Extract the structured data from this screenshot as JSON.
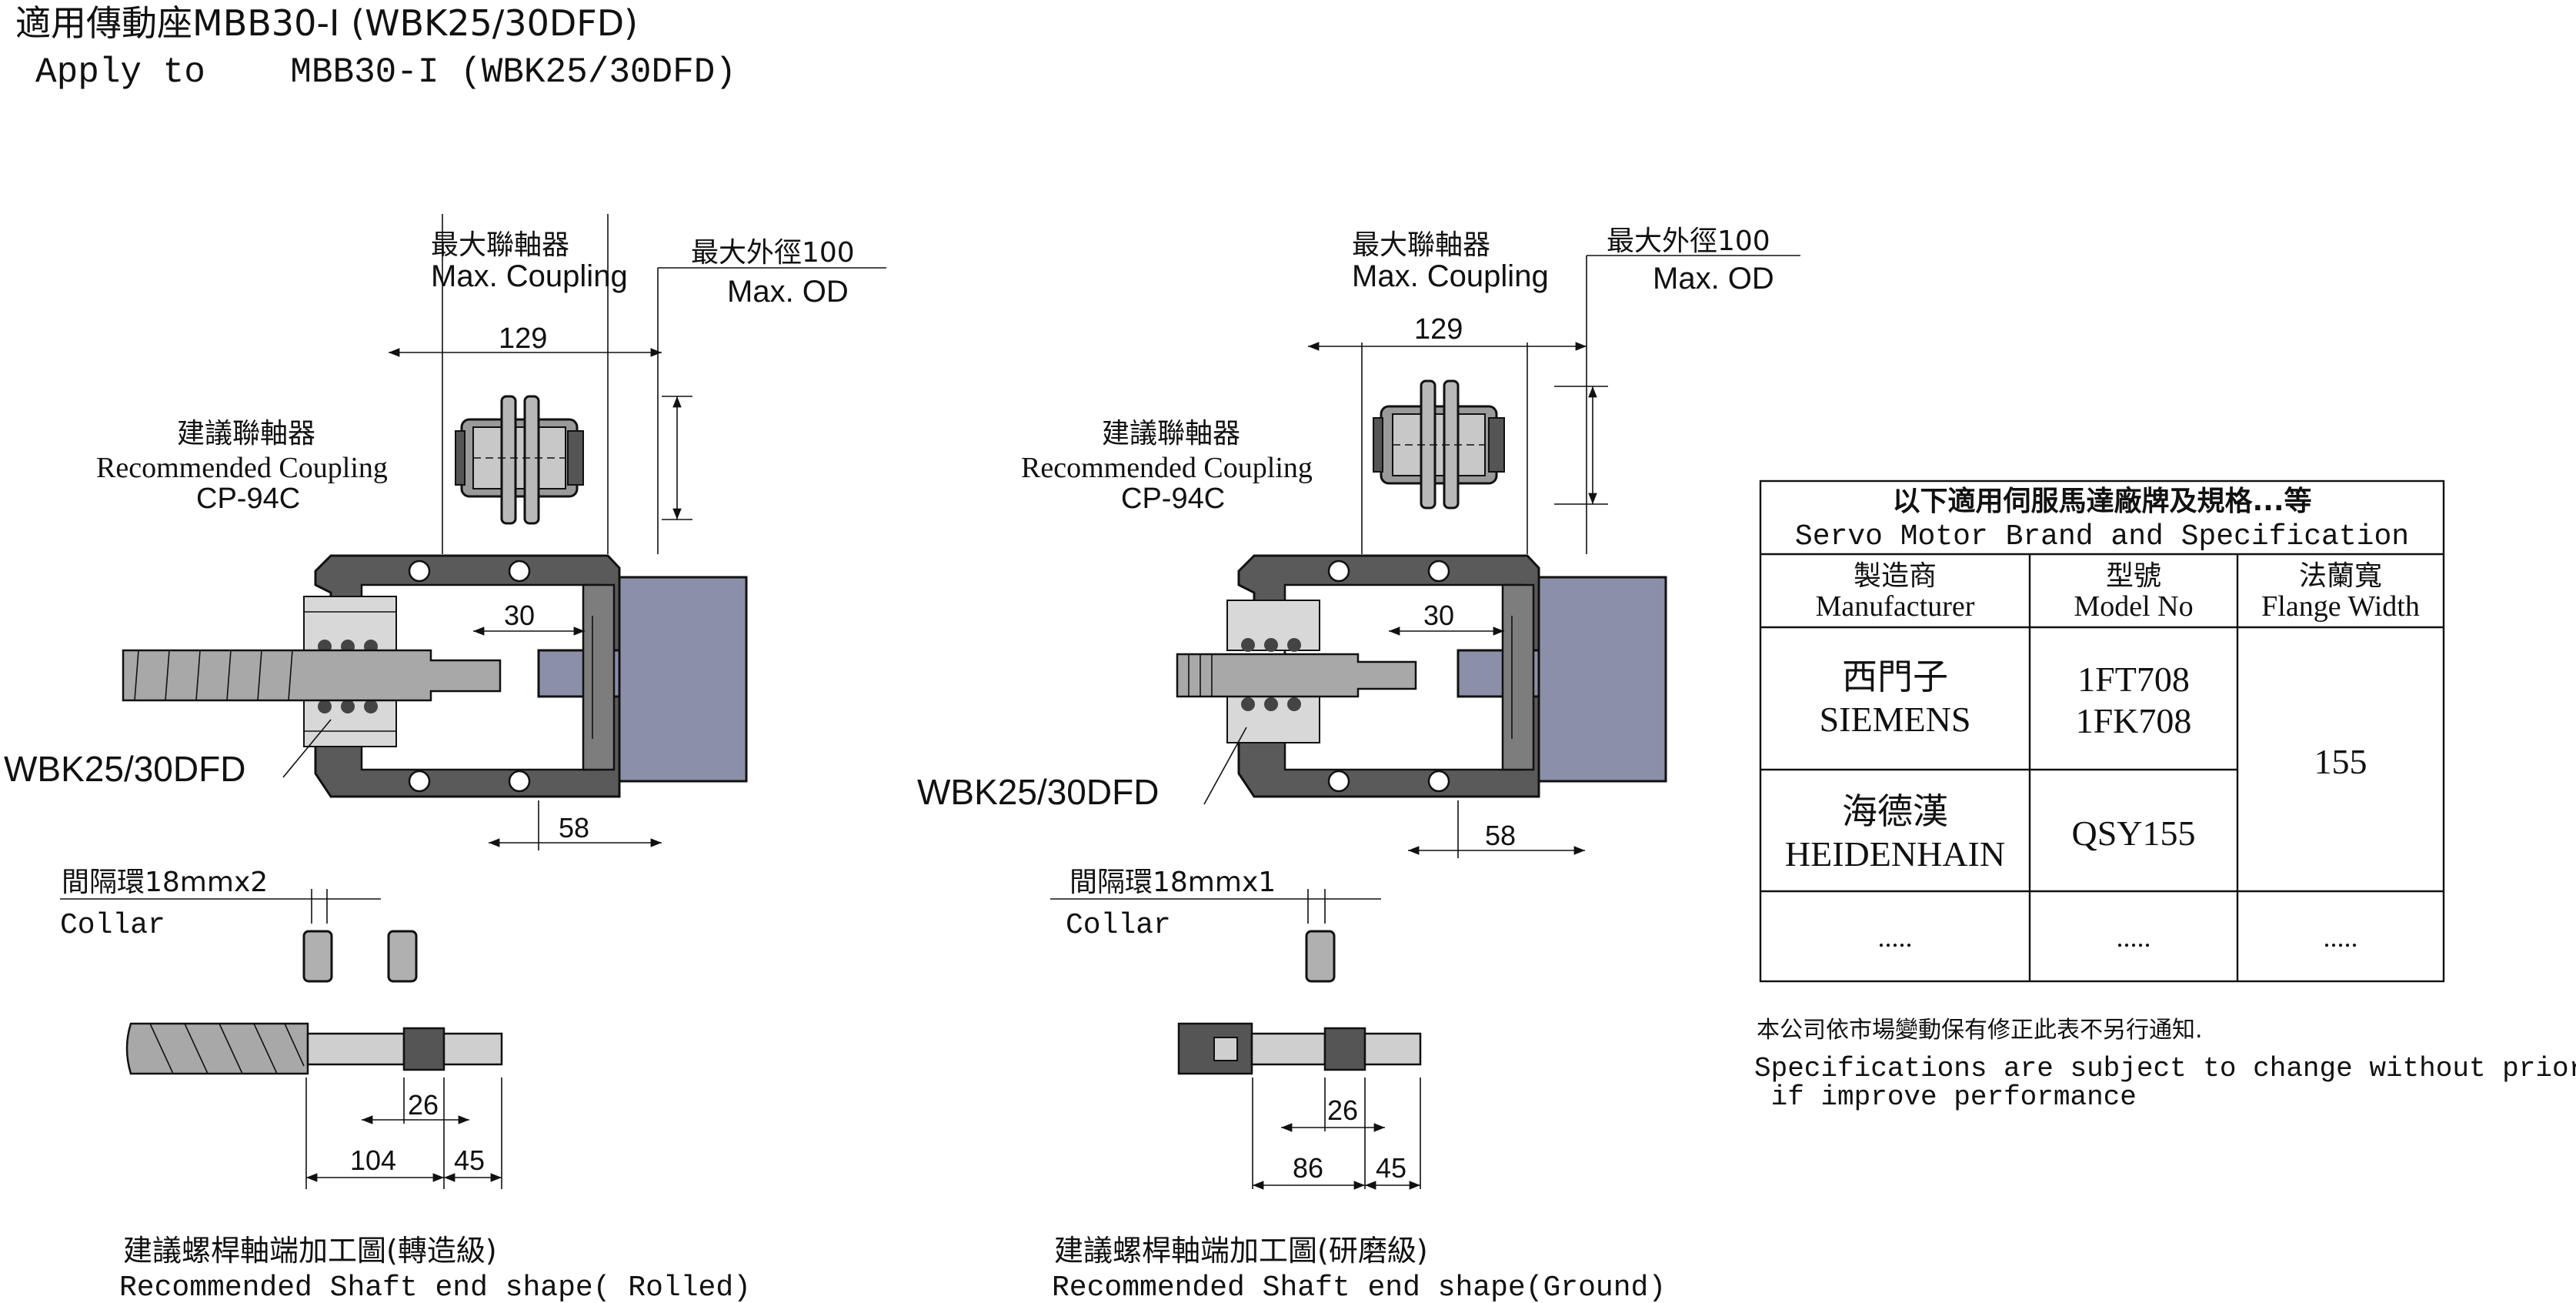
{
  "header": {
    "title": "適用傳動座MBB30-I (WBK25/30DFD)",
    "subtitle": "Apply to    MBB30-I (WBK25/30DFD)"
  },
  "left": {
    "max_coupling_cn": "最大聯軸器",
    "max_coupling_en": "Max. Coupling",
    "max_od_cn": "最大外徑100",
    "max_od_en": "Max. OD",
    "dim_129": "129",
    "dim_30": "30",
    "dim_58": "58",
    "rec_coupling_cn": "建議聯軸器",
    "rec_coupling_en": "Recommended Coupling",
    "rec_coupling_model": "CP-94C",
    "bearing_label": "WBK25/30DFD",
    "collar_cn": "間隔環18mmx2",
    "collar_en": "Collar",
    "dim_26": "26",
    "dim_104": "104",
    "dim_45": "45",
    "shaft_cn": "建議螺桿軸端加工圖(轉造級)",
    "shaft_en": "Recommended Shaft end shape( Rolled)"
  },
  "middle": {
    "max_coupling_cn": "最大聯軸器",
    "max_coupling_en": "Max. Coupling",
    "max_od_cn": "最大外徑100",
    "max_od_en": "Max. OD",
    "dim_129": "129",
    "dim_30": "30",
    "dim_58": "58",
    "rec_coupling_cn": "建議聯軸器",
    "rec_coupling_en": "Recommended Coupling",
    "rec_coupling_model": "CP-94C",
    "bearing_label": "WBK25/30DFD",
    "collar_cn": "間隔環18mmx1",
    "collar_en": "Collar",
    "dim_26": "26",
    "dim_86": "86",
    "dim_45": "45",
    "shaft_cn": "建議螺桿軸端加工圖(研磨級)",
    "shaft_en": "Recommended Shaft end shape(Ground)"
  },
  "table": {
    "title_cn": "以下適用伺服馬達廠牌及規格...等",
    "title_en": "Servo Motor Brand and Specification",
    "headers": [
      {
        "cn": "製造商",
        "en": "Manufacturer"
      },
      {
        "cn": "型號",
        "en": "Model No"
      },
      {
        "cn": "法蘭寬",
        "en": "Flange Width"
      }
    ],
    "rows": [
      {
        "maker_cn": "西門子",
        "maker_en": "SIEMENS",
        "model_1": "1FT708",
        "model_2": "1FK708"
      },
      {
        "maker_cn": "海德漢",
        "maker_en": "HEIDENHAIN",
        "model_1": "QSY155"
      }
    ],
    "flange_value": "155",
    "ellipsis": "....."
  },
  "notice": {
    "cn": "本公司依市場變動保有修正此表不另行通知.",
    "en_1": "Specifications are subject to change without prior notice",
    "en_2": " if improve performance"
  }
}
